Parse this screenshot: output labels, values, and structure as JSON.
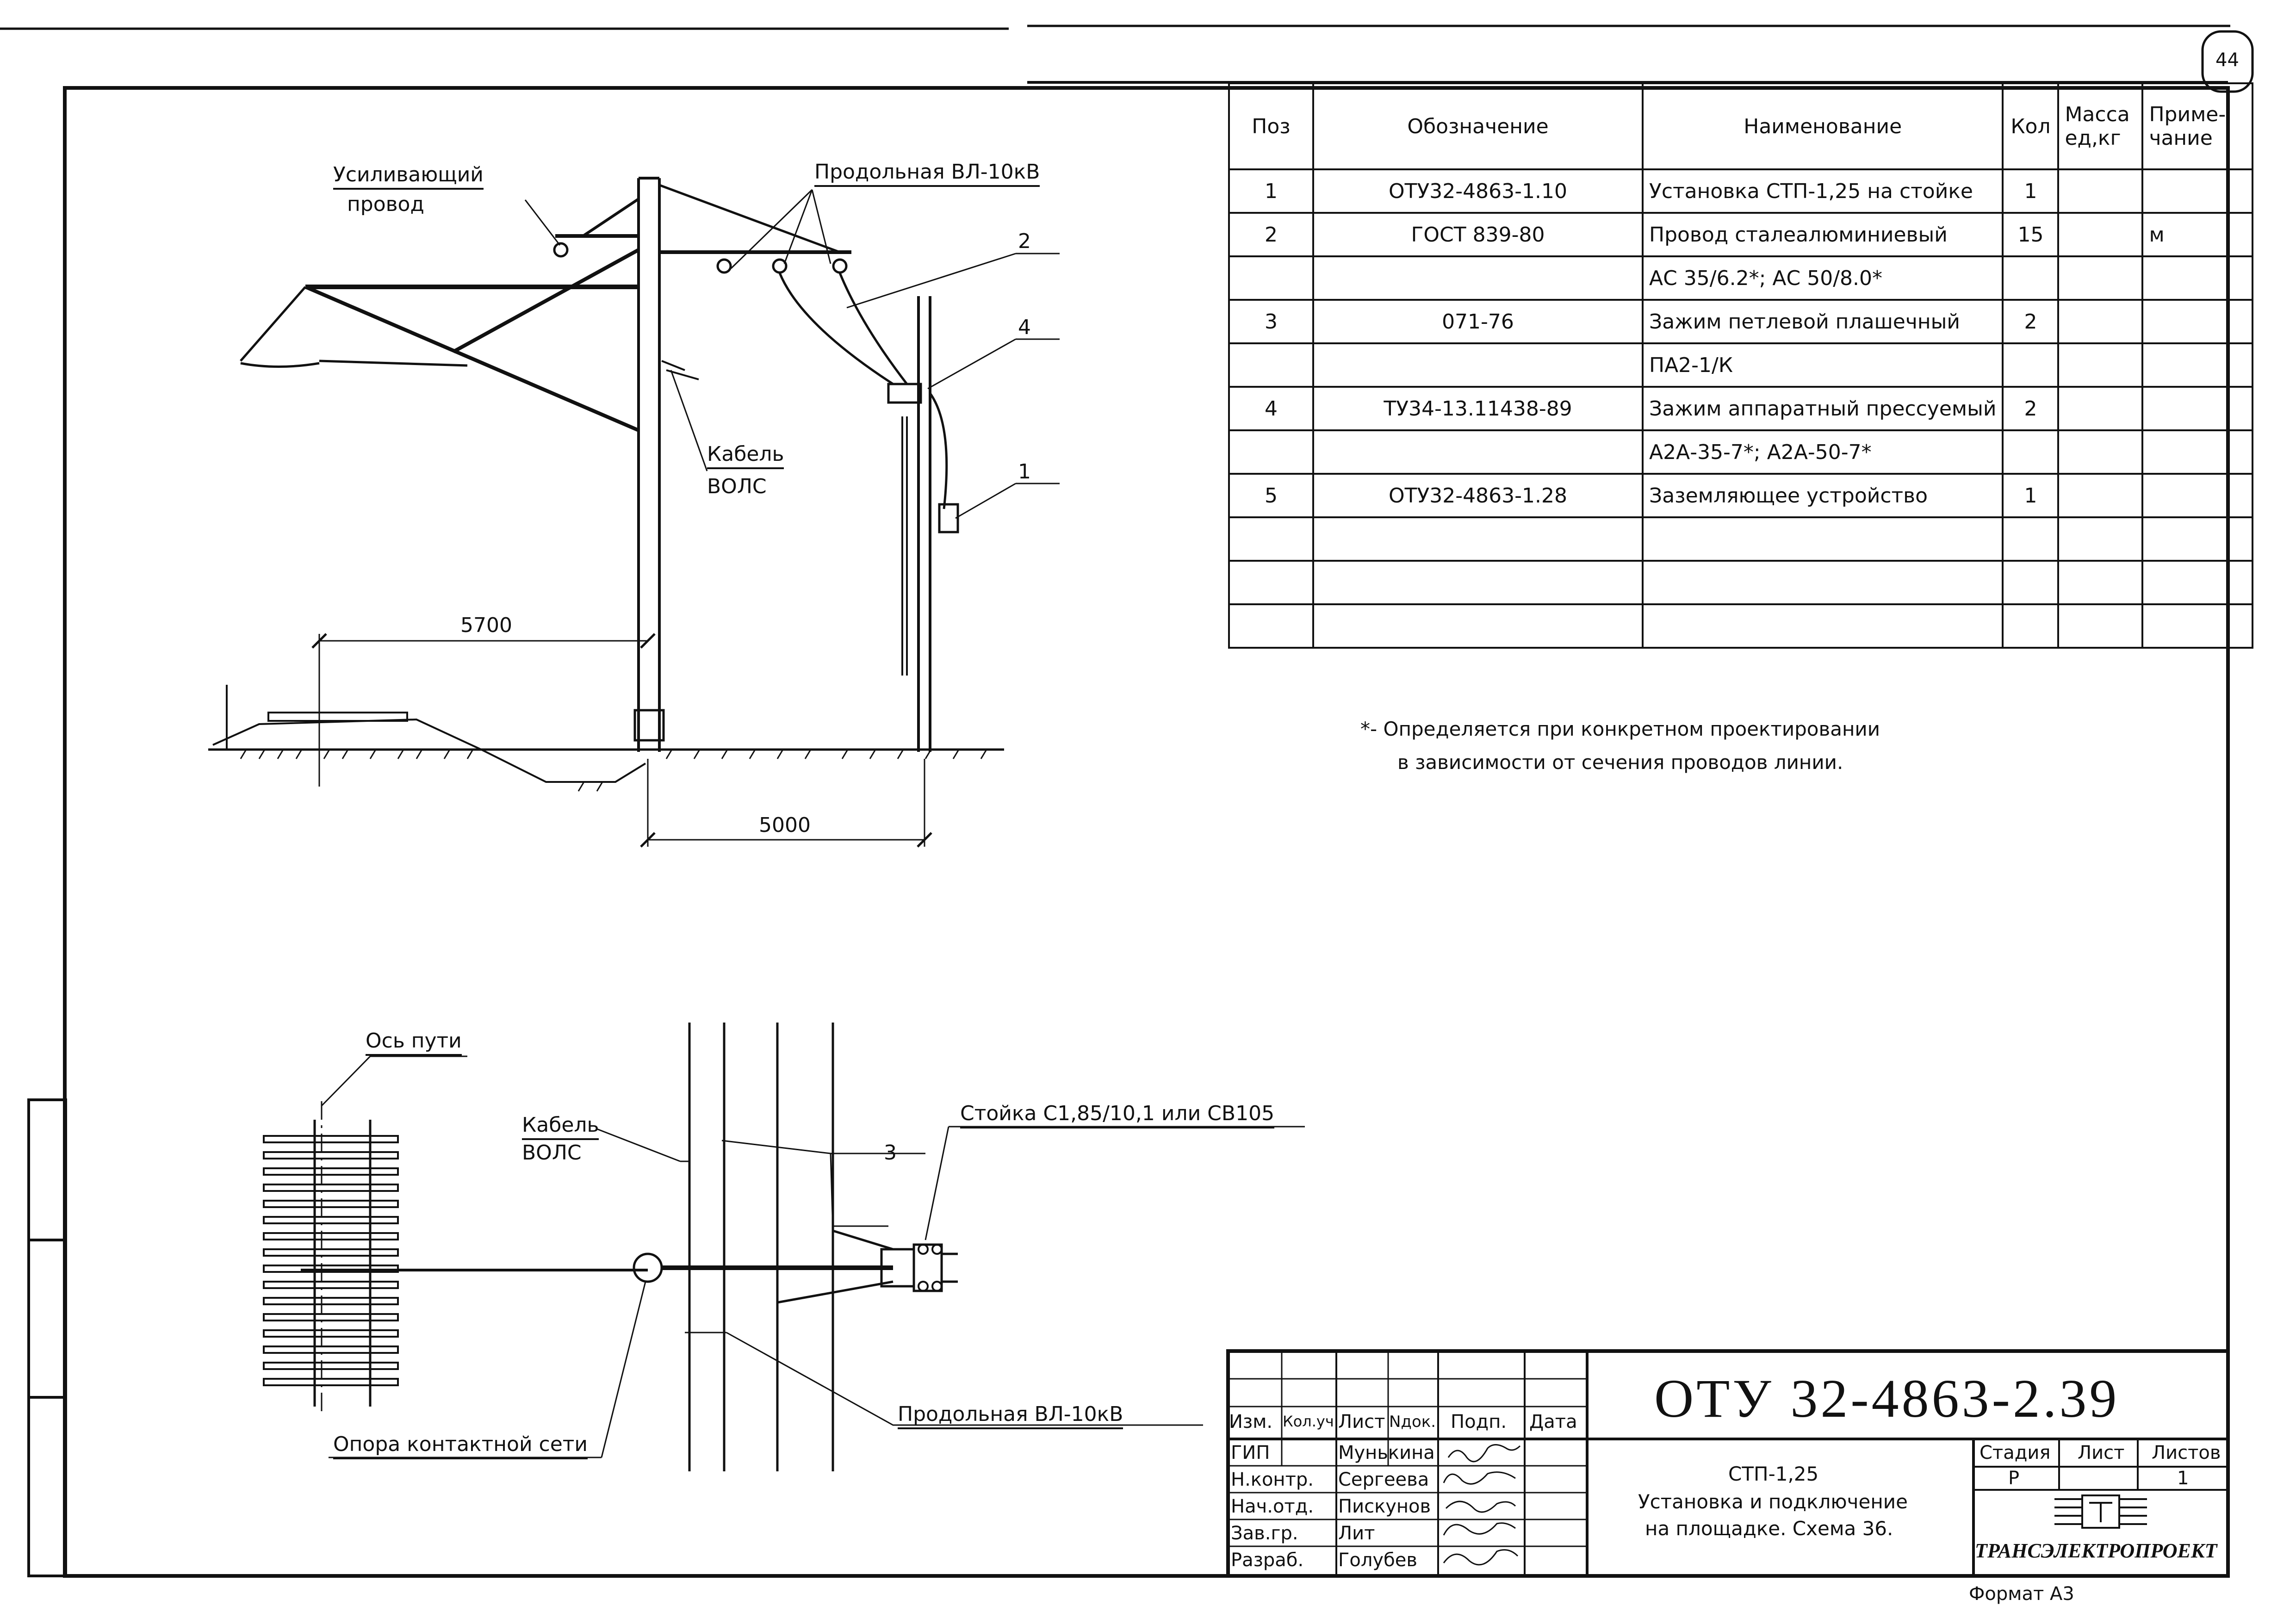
{
  "sheet_number": "44",
  "labels": {
    "reinforcing_wire_line1": "Усиливающий",
    "reinforcing_wire_line2": "провод",
    "longitudinal_top": "Продольная ВЛ-10кВ",
    "callout_2": "2",
    "callout_4": "4",
    "callout_1": "1",
    "cable_line1": "Кабель",
    "cable_line2": "ВОЛС",
    "dim_5700": "5700",
    "dim_5000": "5000",
    "track_axis": "Ось пути",
    "cable2_line1": "Кабель",
    "cable2_line2": "ВОЛС",
    "callout_3": "3",
    "post_label": "Стойка С1,85/10,1 или СВ105",
    "longitudinal_bottom": "Продольная ВЛ-10кВ",
    "catenary_pole": "Опора контактной сети"
  },
  "spec_table": {
    "headers": {
      "pos": "Поз",
      "designation": "Обозначение",
      "name": "Наименование",
      "qty": "Кол",
      "mass_line1": "Масса",
      "mass_line2": "ед,кг",
      "note_line1": "Приме-",
      "note_line2": "чание"
    },
    "rows": [
      {
        "pos": "1",
        "designation": "ОТУ32-4863-1.10",
        "name": "Установка СТП-1,25 на стойке",
        "qty": "1",
        "mass": "",
        "note": ""
      },
      {
        "pos": "2",
        "designation": "ГОСТ 839-80",
        "name": "Провод сталеалюминиевый",
        "qty": "15",
        "mass": "",
        "note": "м"
      },
      {
        "pos": "",
        "designation": "",
        "name": "АС 35/6.2*; АС 50/8.0*",
        "qty": "",
        "mass": "",
        "note": ""
      },
      {
        "pos": "3",
        "designation": "071-76",
        "name": "Зажим петлевой плашечный",
        "qty": "2",
        "mass": "",
        "note": ""
      },
      {
        "pos": "",
        "designation": "",
        "name": "ПА2-1/К",
        "qty": "",
        "mass": "",
        "note": ""
      },
      {
        "pos": "4",
        "designation": "ТУ34-13.11438-89",
        "name": "Зажим аппаратный прессуемый",
        "qty": "2",
        "mass": "",
        "note": ""
      },
      {
        "pos": "",
        "designation": "",
        "name": "А2А-35-7*; А2А-50-7*",
        "qty": "",
        "mass": "",
        "note": ""
      },
      {
        "pos": "5",
        "designation": "ОТУ32-4863-1.28",
        "name": "Заземляющее устройство",
        "qty": "1",
        "mass": "",
        "note": ""
      },
      {
        "pos": "",
        "designation": "",
        "name": "",
        "qty": "",
        "mass": "",
        "note": ""
      },
      {
        "pos": "",
        "designation": "",
        "name": "",
        "qty": "",
        "mass": "",
        "note": ""
      },
      {
        "pos": "",
        "designation": "",
        "name": "",
        "qty": "",
        "mass": "",
        "note": ""
      }
    ]
  },
  "footnote": {
    "line1": "*- Определяется при конкретном проектировании",
    "line2": "в зависимости от сечения проводов линии."
  },
  "title_block": {
    "doc_code": "ОТУ 32-4863-2.39",
    "col_headers": {
      "izm": "Изм.",
      "kol_uch": "Кол.уч.",
      "list": "Лист",
      "ndok": "Nдок.",
      "podp": "Подп.",
      "data": "Дата"
    },
    "roles": [
      {
        "role": "ГИП",
        "name": "Мунькина"
      },
      {
        "role": "Н.контр.",
        "name": "Сергеева"
      },
      {
        "role": "Нач.отд.",
        "name": "Пискунов"
      },
      {
        "role": "Зав.гр.",
        "name": "Лит"
      },
      {
        "role": "Разраб.",
        "name": "Голубев"
      }
    ],
    "title_line1": "СТП-1,25",
    "title_line2": "Установка и подключение",
    "title_line3": "на площадке. Схема 36.",
    "stage_label": "Стадия",
    "sheet_label": "Лист",
    "sheets_label": "Листов",
    "stage_value": "Р",
    "sheets_value": "1",
    "organization": "ТРАНСЭЛЕКТРОПРОЕКТ",
    "format": "Формат А3"
  }
}
